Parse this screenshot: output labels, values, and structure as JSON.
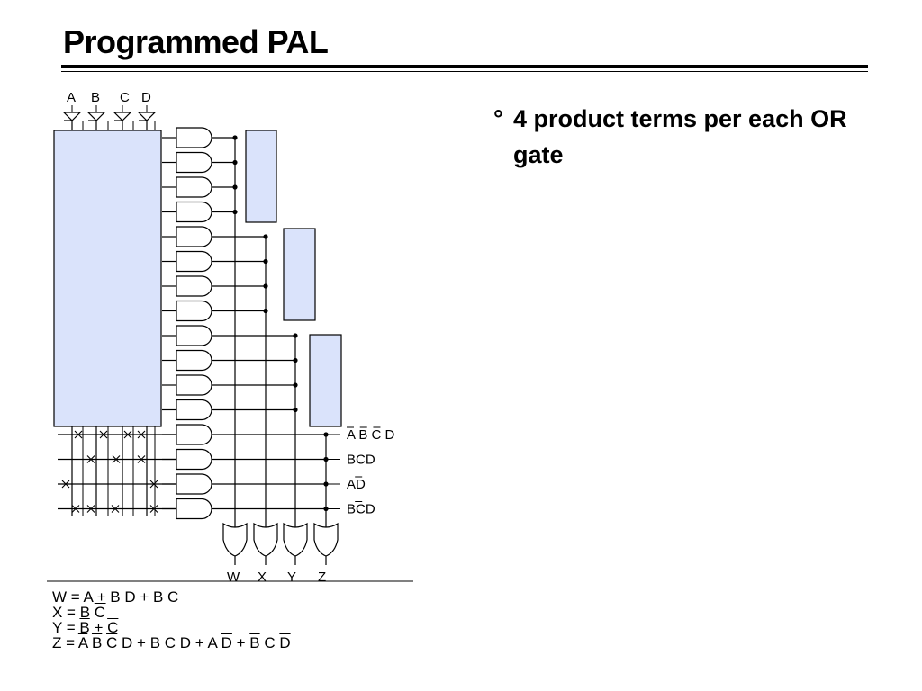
{
  "slide": {
    "title": "Programmed PAL",
    "bullet_mark": "°",
    "bullet_text": "4 product terms per each OR gate"
  },
  "diagram": {
    "inputs": [
      "A",
      "B",
      "C",
      "D"
    ],
    "outputs": [
      "W",
      "X",
      "Y",
      "Z"
    ],
    "product_labels": [
      {
        "text": "A B C D",
        "overline_indices": [
          0,
          2,
          4
        ]
      },
      {
        "text": "BCD",
        "overline_indices": []
      },
      {
        "text": "AD",
        "overline_indices": [
          1
        ]
      },
      {
        "text": "BCD",
        "overline_indices": [
          1
        ]
      }
    ],
    "fill_color": "#dae3fb"
  },
  "equations": {
    "w": {
      "pre": "W = A ",
      "plus": "+",
      "post": " B D + B C"
    },
    "x": {
      "pre": "X = B ",
      "bar": "C"
    },
    "y": {
      "pre": "Y = ",
      "b": "B",
      "mid": " + ",
      "c": "C"
    },
    "z": {
      "pre": "Z = ",
      "a1": "A",
      "s1": " ",
      "b1": "B",
      "s2": " ",
      "c1": "C",
      "mid": " D + B C D + A ",
      "d1": "D",
      "s3": " + ",
      "b2": "B",
      "s4": " C ",
      "d2": "D"
    }
  }
}
